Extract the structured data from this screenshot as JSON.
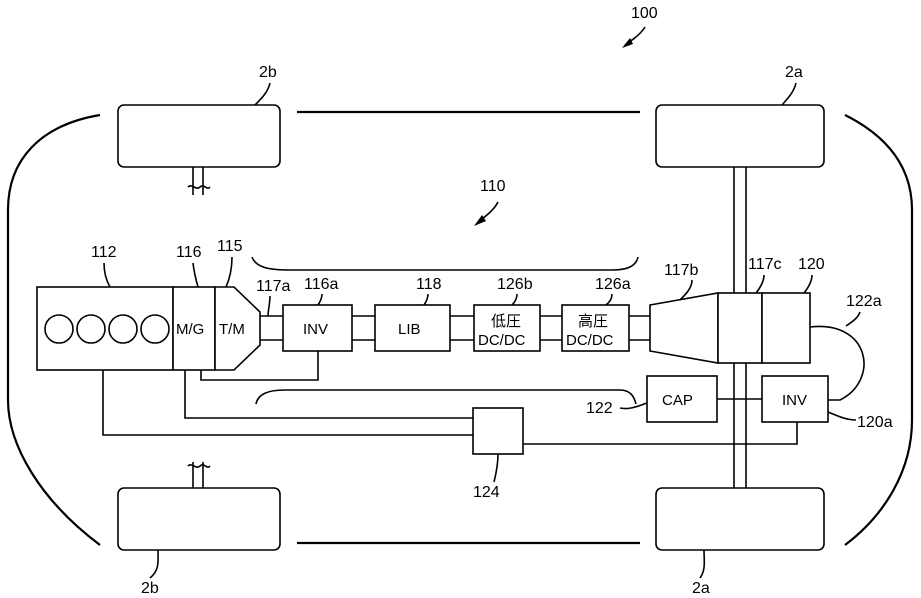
{
  "refs": {
    "vehicle": "100",
    "system": "110",
    "rear_wheel": "2b",
    "front_wheel": "2a",
    "engine": "112",
    "motor_gen": "116",
    "transmission": "115",
    "inverter_main": "116a",
    "shaft_a": "117a",
    "battery": "118",
    "dcdc_low": "126b",
    "dcdc_high": "126a",
    "shaft_b": "117b",
    "shaft_c": "117c",
    "front_motor": "120",
    "cable": "122a",
    "capacitor": "122",
    "inverter_front": "120a",
    "controller": "124"
  },
  "boxes": {
    "mg": "M/G",
    "tm": "T/M",
    "inv_main": "INV",
    "lib": "LIB",
    "dcdc_low_l1": "低圧",
    "dcdc_low_l2": "DC/DC",
    "dcdc_high_l1": "高圧",
    "dcdc_high_l2": "DC/DC",
    "cap": "CAP",
    "inv_front": "INV"
  }
}
